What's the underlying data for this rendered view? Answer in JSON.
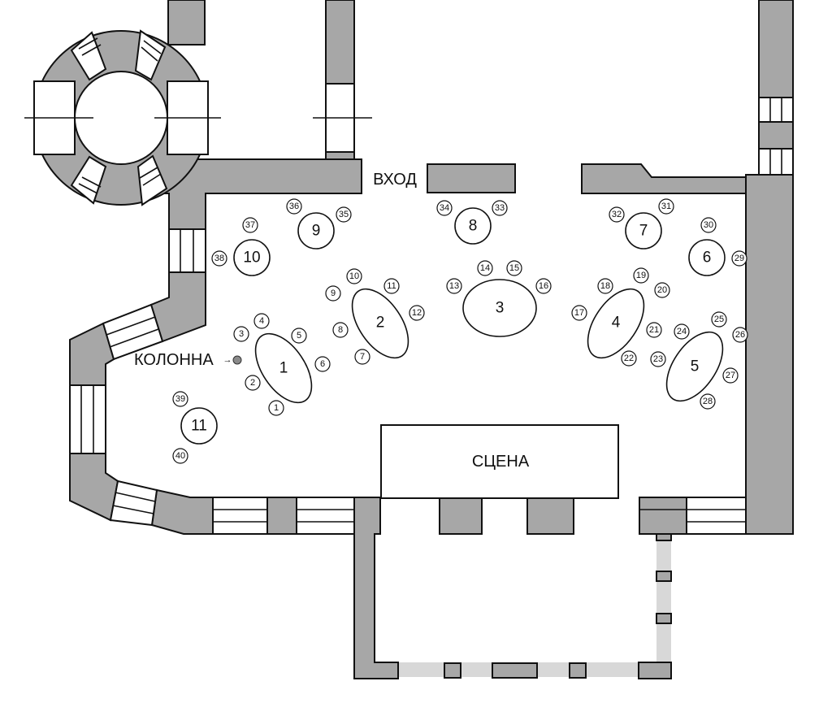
{
  "labels": {
    "entrance": "ВХОД",
    "stage": "СЦЕНА",
    "column": "КОЛОННА",
    "column_arrow": "→"
  },
  "tables": [
    {
      "id": "table-1",
      "label": "1"
    },
    {
      "id": "table-2",
      "label": "2"
    },
    {
      "id": "table-3",
      "label": "3"
    },
    {
      "id": "table-4",
      "label": "4"
    },
    {
      "id": "table-5",
      "label": "5"
    },
    {
      "id": "table-6",
      "label": "6"
    },
    {
      "id": "table-7",
      "label": "7"
    },
    {
      "id": "table-8",
      "label": "8"
    },
    {
      "id": "table-9",
      "label": "9"
    },
    {
      "id": "table-10",
      "label": "10"
    },
    {
      "id": "table-11",
      "label": "11"
    }
  ],
  "seats": [
    "1",
    "2",
    "3",
    "4",
    "5",
    "6",
    "7",
    "8",
    "9",
    "10",
    "11",
    "12",
    "13",
    "14",
    "15",
    "16",
    "17",
    "18",
    "19",
    "20",
    "21",
    "22",
    "23",
    "24",
    "25",
    "26",
    "27",
    "28",
    "29",
    "30",
    "31",
    "32",
    "33",
    "34",
    "35",
    "36",
    "37",
    "38",
    "39",
    "40"
  ],
  "colors": {
    "wall": "#a7a7a7",
    "line": "#111111",
    "background": "#ffffff",
    "outdoor_trace": "#d8d8d8"
  }
}
